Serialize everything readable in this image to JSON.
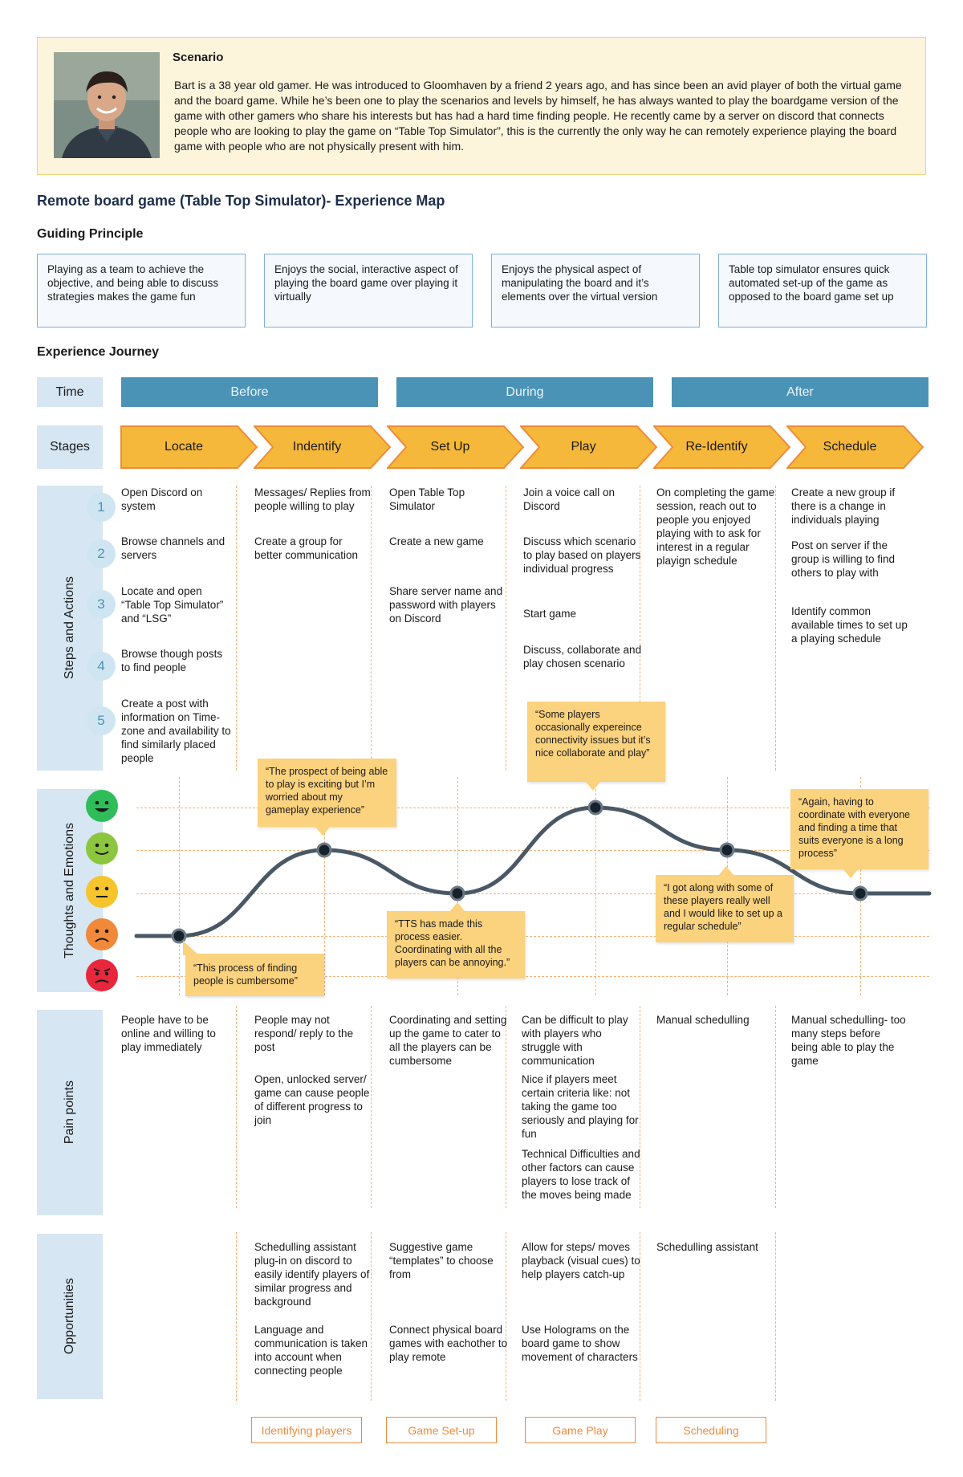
{
  "scenario": {
    "title": "Scenario",
    "text": "Bart is a 38 year old gamer. He was introduced to Gloomhaven by a friend 2 years ago, and has since been an avid player of both the virtual game and the board game. While he’s been one to play the scenarios and levels by himself, he has always wanted to play the boardgame version of the game with other gamers who share his interests but has had a hard time finding people. He recently came by a server on discord that connects people who are looking to play the game on “Table Top Simulator”, this is the currently the only way he can remotely experience playing the board game with people who are not physically present with him."
  },
  "map_title": "Remote board game (Table Top Simulator)- Experience Map",
  "guiding": {
    "title": "Guiding Principle",
    "boxes": [
      "Playing as a team to achieve the objective, and being able to discuss strategies makes the game fun",
      "Enjoys the social, interactive aspect of playing the board game over playing it virtually",
      "Enjoys the physical aspect of manipulating the board and it’s elements over the virtual version",
      "Table top simulator ensures quick automated set-up of the game as opposed to the board game set up"
    ]
  },
  "journey": {
    "title": "Experience Journey",
    "row_labels": {
      "time": "Time",
      "stages": "Stages",
      "steps": "Steps and Actions",
      "thoughts": "Thoughts and Emotions",
      "pain": "Pain points",
      "opportunities": "Opportunities"
    },
    "time": [
      "Before",
      "During",
      "After"
    ],
    "stages": [
      "Locate",
      "Indentify",
      "Set Up",
      "Play",
      "Re-Identify",
      "Schedule"
    ],
    "step_numbers": [
      "1",
      "2",
      "3",
      "4",
      "5"
    ],
    "steps": {
      "locate": [
        "Open Discord on system",
        "Browse channels and servers",
        "Locate and open “Table Top Simulator” and “LSG”",
        "Browse though posts to find people",
        "Create a post with information on Time-zone and availability to find similarly placed people"
      ],
      "identify": [
        "Messages/ Replies from people willing to play",
        "Create a group for better communication"
      ],
      "setup": [
        "Open Table Top Simulator",
        "Create a new game",
        "Share server name and password with players on Discord"
      ],
      "play": [
        "Join a voice call on Discord",
        "Discuss which scenario to play based on players individual progress",
        "Start game",
        "Discuss, collaborate and play chosen scenario"
      ],
      "reidentify": [
        "On completing the game session, reach out to people you enjoyed playing with to ask for interest in a regular playign schedule"
      ],
      "schedule": [
        "Create a new group if there is a change in individuals playing",
        "Post on server if the group is willing to find others to play with",
        "Identify common available times to set up a playing schedule"
      ]
    },
    "emotions": {
      "scale": [
        "very-happy",
        "happy",
        "neutral",
        "sad",
        "angry"
      ],
      "points": [
        {
          "stage": "Locate",
          "level": 4
        },
        {
          "stage": "Indentify",
          "level": 2
        },
        {
          "stage": "Set Up",
          "level": 3
        },
        {
          "stage": "Play",
          "level": 1
        },
        {
          "stage": "Re-Identify",
          "level": 2
        },
        {
          "stage": "Schedule",
          "level": 3
        }
      ],
      "quotes": [
        "“This process of finding people is cumbersome”",
        "“The prospect of being able to play is exciting but I’m worried about my gameplay experience”",
        "“TTS has made this process easier. Coordinating with all the players can be annoying.”",
        "“Some players occasionally expereince connectivity issues but it’s nice collaborate and play”",
        "“I got along with some of these players really well and I would like to set up a regular schedule”",
        "“Again, having to coordinate with everyone and finding a time that suits everyone is a long process”"
      ]
    },
    "pain_points": {
      "locate": [
        "People have to be online and willing to play immediately"
      ],
      "identify": [
        "People may not respond/ reply to the post",
        "Open, unlocked server/ game can cause people of different progress to join"
      ],
      "setup": [
        "Coordinating and setting up the game to cater to all the players can be cumbersome"
      ],
      "play": [
        "Can be difficult to play with players who struggle with communication",
        "Nice if players meet certain criteria like: not taking the game too seriously and playing for fun",
        "Technical Difficulties and other factors can cause players to lose track of the moves being made"
      ],
      "reidentify": [
        "Manual schedulling"
      ],
      "schedule": [
        "Manual schedulling- too many steps before being able to play the game"
      ]
    },
    "opportunities": {
      "identify": [
        "Schedulling assistant plug-in on discord to easily identify players of similar progress and background",
        "Language and communication is taken into account when connecting people"
      ],
      "setup": [
        "Suggestive game “templates” to choose from",
        "Connect physical board games with eachother to play remote"
      ],
      "play": [
        "Allow for steps/ moves playback (visual cues) to help players catch-up",
        "Use Holograms on the board game to show movement of characters"
      ],
      "reidentify": [
        "Schedulling assistant"
      ]
    },
    "opportunity_tags": [
      "Identifying players",
      "Game Set-up",
      "Game Play",
      "Scheduling"
    ]
  },
  "colors": {
    "time_bar": "#4b93b6",
    "stage_fill": "#f5b83a",
    "stage_stroke": "#f08a3a",
    "row_label_bg": "#d6e6f3",
    "note_bg": "#fbd27d",
    "curve": "#4a5865",
    "emoji_very_happy": "#2ebd59",
    "emoji_happy": "#8cc63f",
    "emoji_neutral": "#f5c52b",
    "emoji_sad": "#f08a3a",
    "emoji_angry": "#e8273c"
  }
}
